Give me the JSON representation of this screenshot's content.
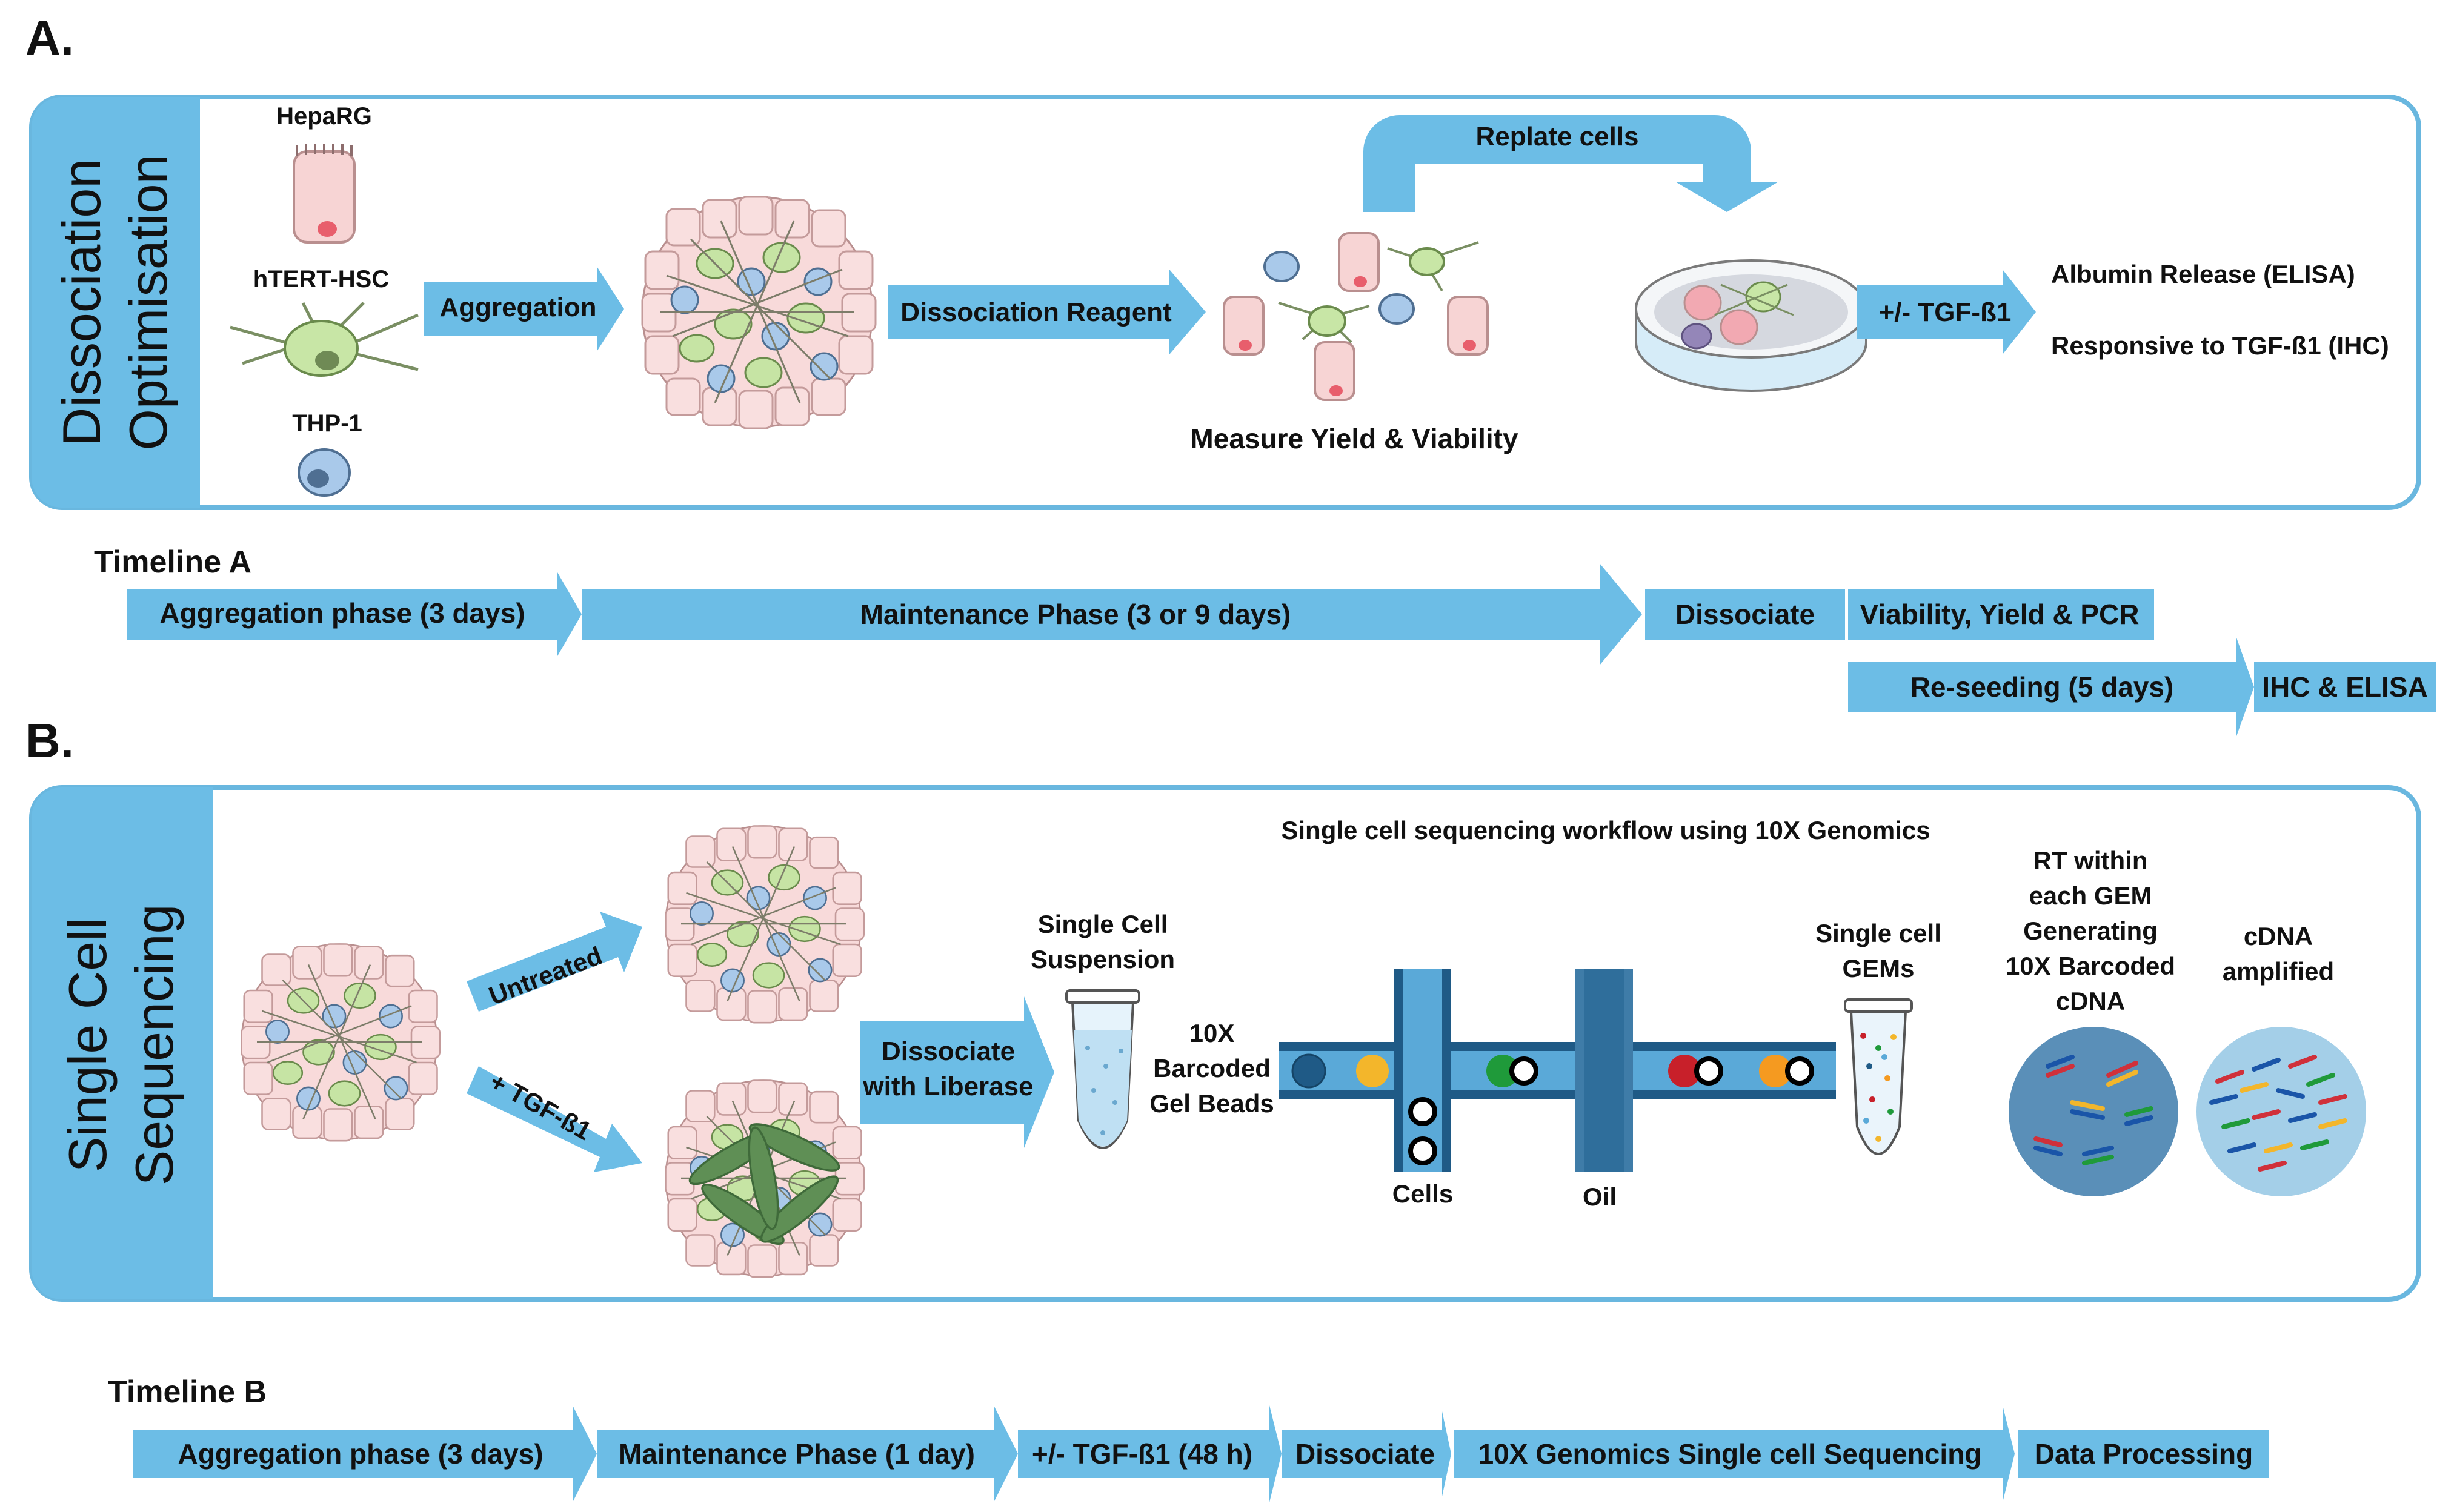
{
  "panel_a": {
    "letter": "A.",
    "side_label": [
      "Dissociation",
      "Optimisation"
    ],
    "cell_types": [
      "HepaRG",
      "hTERT-HSC",
      "THP-1"
    ],
    "arrow_aggregation": "Aggregation",
    "arrow_dissociation": "Dissociation Reagent",
    "replate": "Replate cells",
    "measure": "Measure Yield & Viability",
    "arrow_tgf": "+/- TGF-ß1",
    "outcome_1": "Albumin Release (ELISA)",
    "outcome_2": "Responsive to TGF-ß1 (IHC)"
  },
  "timeline_a": {
    "title": "Timeline A",
    "step_1": "Aggregation phase (3 days)",
    "step_2": "Maintenance Phase  (3 or 9 days)",
    "step_3": "Dissociate",
    "step_4": "Viability, Yield & PCR",
    "step_5": "Re-seeding (5 days)",
    "step_6": "IHC & ELISA"
  },
  "panel_b": {
    "letter": "B.",
    "side_label": [
      "Single Cell",
      "Sequencing"
    ],
    "workflow_title": "Single cell sequencing workflow using 10X Genomics",
    "untreated": "Untreated",
    "tgf": "+ TGF-ß1",
    "dissociate": [
      "Dissociate",
      "with Liberase"
    ],
    "suspension": [
      "Single Cell",
      "Suspension"
    ],
    "beads": [
      "10X",
      "Barcoded",
      "Gel Beads"
    ],
    "cells": "Cells",
    "oil": "Oil",
    "gems": [
      "Single cell",
      "GEMs"
    ],
    "rt": [
      "RT within",
      "each GEM",
      "Generating",
      "10X Barcoded",
      "cDNA"
    ],
    "cdna": [
      "cDNA",
      "amplified"
    ]
  },
  "timeline_b": {
    "title": "Timeline B",
    "step_1": "Aggregation phase (3 days)",
    "step_2": "Maintenance Phase  (1 day)",
    "step_3": "+/- TGF-ß1 (48 h)",
    "step_4": "Dissociate",
    "step_5": "10X Genomics Single cell Sequencing",
    "step_6": "Data Processing"
  },
  "colors": {
    "arrow": "#6cbde6",
    "panel_border": "#69b7df",
    "sidebar": "#6cbde6",
    "hepatocyte": "#f7d4d4",
    "stellate": "#c8e6a6",
    "macrophage": "#a9c9ea",
    "channel": "#1f5a86",
    "channel_inner": "#5aa9d8"
  }
}
